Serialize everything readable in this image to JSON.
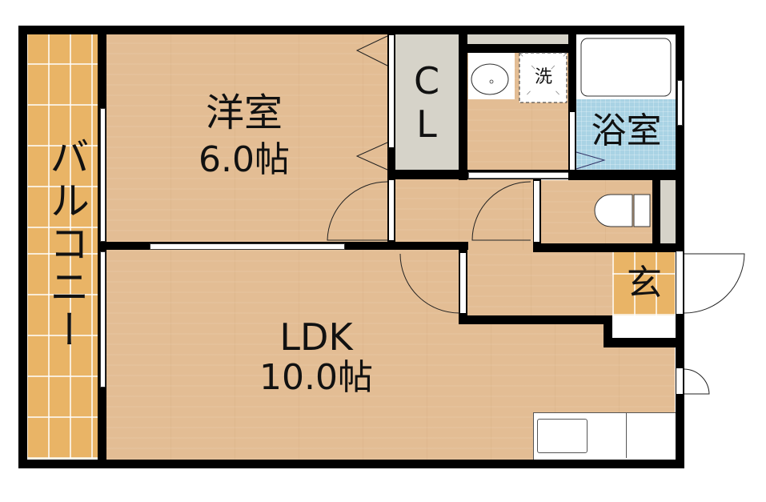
{
  "floorplan": {
    "rooms": [
      {
        "id": "balcony",
        "label": "バルコニー",
        "area": ""
      },
      {
        "id": "western-room",
        "label": "洋室",
        "area": "6.0帖"
      },
      {
        "id": "closet",
        "label": "CL",
        "label_line1": "C",
        "label_line2": "L"
      },
      {
        "id": "washroom",
        "label": "洗"
      },
      {
        "id": "bathroom",
        "label": "浴室"
      },
      {
        "id": "toilet",
        "label": ""
      },
      {
        "id": "entrance",
        "label": "玄"
      },
      {
        "id": "ldk",
        "label": "LDK",
        "area": "10.0帖"
      }
    ],
    "colors": {
      "wall": "#000000",
      "wood_floor": "#e3bd94",
      "balcony_tile": "#e9b466",
      "bath_tile": "#a9d3e4",
      "closet": "#d6d3c9"
    }
  }
}
